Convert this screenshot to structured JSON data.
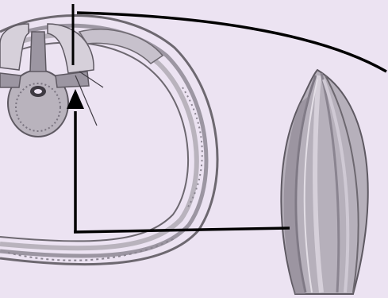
{
  "figure": {
    "background_color": "#ece3f2",
    "panels": [
      {
        "name": "spinal-cross-section",
        "icon": "vertebra-cross-section-illustration"
      },
      {
        "name": "muscle-belly",
        "icon": "spindle-muscle-illustration"
      }
    ],
    "connector_color": "#000000",
    "tissue_colors": {
      "bone": "#b9b3bd",
      "tissue_dark": "#6d6870",
      "muscle_light": "#d6d0da",
      "muscle_mid": "#9c96a2"
    }
  }
}
